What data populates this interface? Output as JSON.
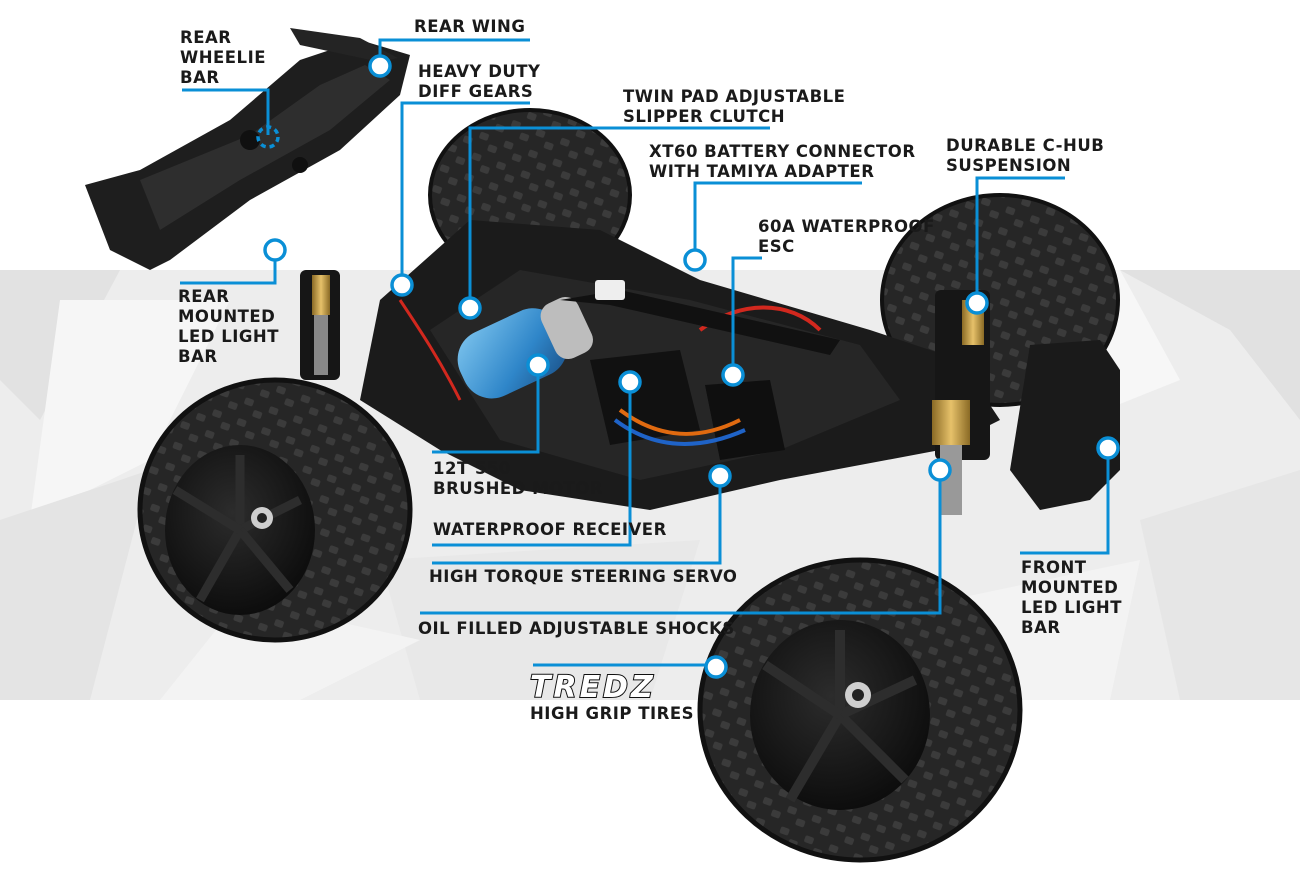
{
  "labels": {
    "rear_wheelie_bar": [
      "REAR",
      "WHEELIE",
      "BAR"
    ],
    "rear_wing": "REAR WING",
    "heavy_duty_diff_gears": [
      "HEAVY DUTY",
      "DIFF GEARS"
    ],
    "twin_pad_slipper_clutch": [
      "TWIN PAD ADJUSTABLE",
      "SLIPPER CLUTCH"
    ],
    "xt60_battery_connector": [
      "XT60 BATTERY CONNECTOR",
      "WITH TAMIYA ADAPTER"
    ],
    "durable_c_hub": [
      "DURABLE C-HUB",
      "SUSPENSION"
    ],
    "waterproof_esc": [
      "60A WATERPROOF",
      "ESC"
    ],
    "rear_led_light_bar": [
      "REAR",
      "MOUNTED",
      "LED LIGHT",
      "BAR"
    ],
    "brushed_motor": [
      "12T 550",
      "BRUSHED MOTOR"
    ],
    "waterproof_receiver": "WATERPROOF RECEIVER",
    "steering_servo": "HIGH TORQUE STEERING SERVO",
    "oil_shocks": "OIL FILLED ADJUSTABLE SHOCKS",
    "front_led_light_bar": [
      "FRONT",
      "MOUNTED",
      "LED LIGHT",
      "BAR"
    ],
    "tires_brand": "TREDZ",
    "tires": "HIGH GRIP TIRES"
  },
  "colors": {
    "callout": "#0a8fd6",
    "text": "#1a1a1a",
    "background_shapes": "#e9e9e9",
    "chassis": "#1b1b1b",
    "tire": "#2a2a2a",
    "gold": "#c9a14a"
  }
}
